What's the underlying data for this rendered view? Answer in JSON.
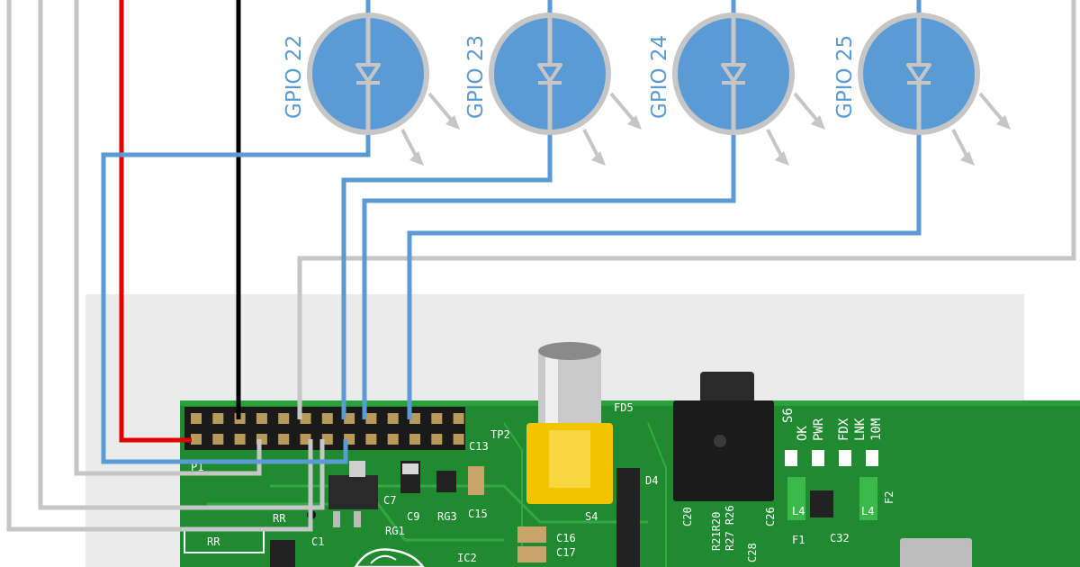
{
  "colors": {
    "led_fill": "#5b9bd5",
    "signal_wire": "#5b9bd5",
    "ring_and_gnd_wire": "#c6c6c6",
    "power_wire": "#e00000",
    "ground_wire": "#000000",
    "board_green": "#1f8a2f",
    "composite_jack": "#f2c400"
  },
  "leds": [
    {
      "label": "GPIO 22"
    },
    {
      "label": "GPIO 23"
    },
    {
      "label": "GPIO 24"
    },
    {
      "label": "GPIO 25"
    }
  ],
  "board": {
    "silkscreen": {
      "p1": "P1",
      "c13": "C13",
      "tp2": "TP2",
      "fd5": "FD5",
      "s6": "S6",
      "ok": "OK",
      "pwr": "PWR",
      "fdx": "FDX",
      "lnk": "LNK",
      "m10": "10M",
      "d4": "D4",
      "c7": "C7",
      "c9": "C9",
      "rg3": "RG3",
      "c15": "C15",
      "rg1": "RG1",
      "s4": "S4",
      "c16": "C16",
      "c17": "C17",
      "ic2": "IC2",
      "c20": "C20",
      "r21r20": "R21R20",
      "r27r26": "R27 R26",
      "c28": "C28",
      "c26": "C26",
      "c32": "C32",
      "f2": "F2",
      "f1": "F1",
      "l4a": "L4",
      "l4b": "L4",
      "c1": "C1",
      "rr1": "RR",
      "rr2": "RR"
    },
    "icons": [
      "raspberry-logo-icon",
      "composite-jack-icon",
      "audio-jack-icon",
      "usb-port-icon"
    ]
  }
}
